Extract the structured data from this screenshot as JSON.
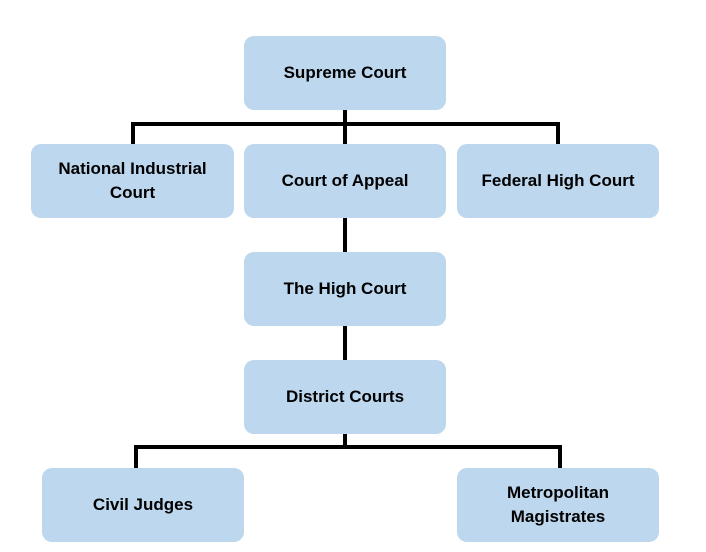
{
  "diagram": {
    "nodes": [
      {
        "id": "supreme_court",
        "label": "Supreme Court"
      },
      {
        "id": "national_industrial_court",
        "label": "National Industrial\nCourt"
      },
      {
        "id": "court_of_appeal",
        "label": "Court of Appeal"
      },
      {
        "id": "federal_high_court",
        "label": "Federal High Court"
      },
      {
        "id": "the_high_court",
        "label": "The High Court"
      },
      {
        "id": "district_courts",
        "label": "District Courts"
      },
      {
        "id": "civil_judges",
        "label": "Civil Judges"
      },
      {
        "id": "metropolitan_magistrates",
        "label": "Metropolitan\nMagistrates"
      }
    ],
    "edges": [
      {
        "from": "supreme_court",
        "to": "national_industrial_court"
      },
      {
        "from": "supreme_court",
        "to": "court_of_appeal"
      },
      {
        "from": "supreme_court",
        "to": "federal_high_court"
      },
      {
        "from": "court_of_appeal",
        "to": "the_high_court"
      },
      {
        "from": "the_high_court",
        "to": "district_courts"
      },
      {
        "from": "district_courts",
        "to": "civil_judges"
      },
      {
        "from": "district_courts",
        "to": "metropolitan_magistrates"
      }
    ],
    "colors": {
      "node_fill": "#bdd7ee",
      "connector": "#000000",
      "text": "#000000"
    }
  }
}
